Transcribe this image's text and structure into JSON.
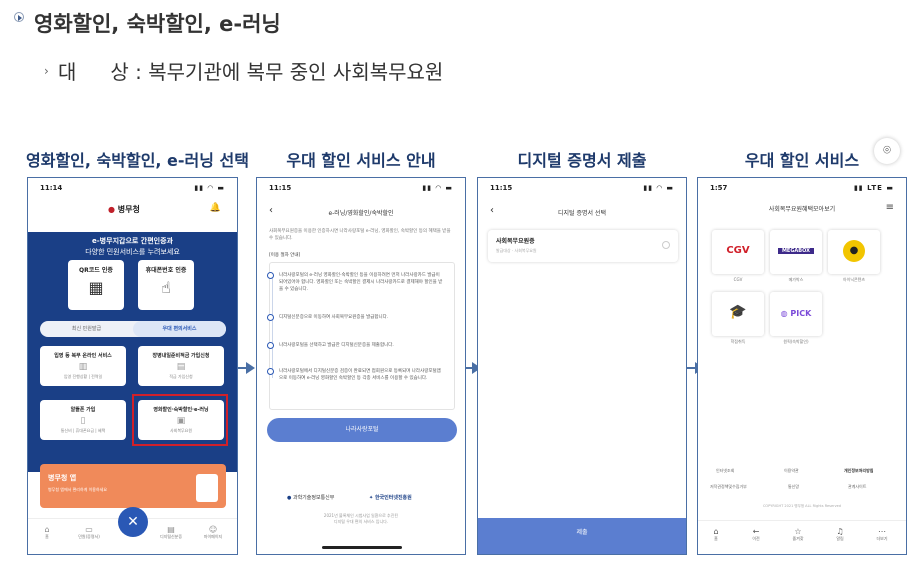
{
  "header": {
    "title": "영화할인, 숙박할인, e-러닝",
    "sub_bullet": "›",
    "sub_label_a": "대",
    "sub_label_b": "상 : 복무기관에 복무 중인 사회복무요원"
  },
  "columns": [
    {
      "title": "영화할인, 숙박할인, e-러닝 선택"
    },
    {
      "title": "우대 할인 서비스 안내"
    },
    {
      "title": "디지털 증명서 제출"
    },
    {
      "title": "우대 할인 서비스"
    }
  ],
  "phone1": {
    "time": "11:14",
    "app_name": "병무청",
    "hero_line1": "e-병무지갑으로 간편인증과",
    "hero_line2": "다양한 민원서비스를 누려보세요",
    "cert_qr": "QR코드 인증",
    "cert_phone": "휴대폰번호 인증",
    "tab_left": "최신 민원발급",
    "tab_right": "우대 편의서비스",
    "svc1": "입영 등 복무 온라인 서비스",
    "svc1_sub": "입영 진행상황 | 전역일",
    "svc2": "장병내일준비적금 가입신청",
    "svc2_sub": "적금 가입신청",
    "svc3": "알뜰폰 가입",
    "svc3_sub": "통신비 | 휴대폰요금 | 혜택",
    "svc4": "영화할인·숙박할인·e-러닝",
    "svc4_sub": "사회복무요원",
    "banner_title": "병무청 앱",
    "banner_sub": "병무청 앱에서 편리하게 이용하세요",
    "nav": [
      "홈",
      "민원(증명서)",
      "",
      "디지털신분증",
      "마이페이지"
    ]
  },
  "phone2": {
    "time": "11:15",
    "nav_title": "e-러닝/영화할인/숙박할인",
    "intro": "사회복무요원증을 이용한 인증하시면 나라사랑포털 e-러닝, 영화할인, 숙박할인 등의 혜택을 받을 수 있습니다.",
    "proc_label": "[이용 절차 안내]",
    "steps": [
      "나라사랑포털의 e-러닝 영화할인·숙박할인 등을 이용하려면 먼저 나라사랑카드 발급이 되어있어야 합니다. 영화할인 또는 숙박할인 결제시 나라사랑카드로 결제해야 할인을 받을 수 있습니다.",
      "디지털신분증으로 이동하여 사회복무요원증을 발급합니다.",
      "나라사랑포털을 선택하고 발급한 디지털신분증을 제출합니다.",
      "나라사랑포털에서 디지털신분증 검증이 완료되면 접회원으로 등록되며 나라사랑포털앱으로 이동하여 e-러닝 영화할인 숙박할인 등 각종 서비스를 이용할 수 있습니다."
    ],
    "button": "나라사랑포털",
    "logo_left": "과학기술정보통신부",
    "logo_right": "한국인터넷진흥원",
    "footer_line1": "2021년 블록체인 시범사업 일환으로 추진된",
    "footer_line2": "디지털 우대 편의 서비스 입니다."
  },
  "phone3": {
    "time": "11:15",
    "nav_title": "디지털 증명서 선택",
    "card_title": "사회복무요원증",
    "card_sub": "발급대상 · 사회복무요원",
    "button": "제출"
  },
  "phone4": {
    "time": "1:57",
    "title": "사회복무요원혜택모아보기",
    "tiles": [
      {
        "label": "CGV",
        "logo": "CGV"
      },
      {
        "label": "메가박스",
        "logo": "MEGABOX"
      },
      {
        "label": "아이닉콘텐츠",
        "logo": "●"
      },
      {
        "label": "학점취득",
        "logo": "🎓"
      },
      {
        "label": "원픽(숙박할인)",
        "logo": "PICK"
      }
    ],
    "links": [
      "인터넷조회",
      "이용약관",
      "개인정보처리방침",
      "저작권정책및수집거부",
      "통신망",
      "관계사이트"
    ],
    "copyright": "COPYRIGHT 2021 병무청 ALL Rights Reserved",
    "nav": [
      "홈",
      "이전",
      "즐겨찾",
      "알림",
      "더보기"
    ]
  }
}
